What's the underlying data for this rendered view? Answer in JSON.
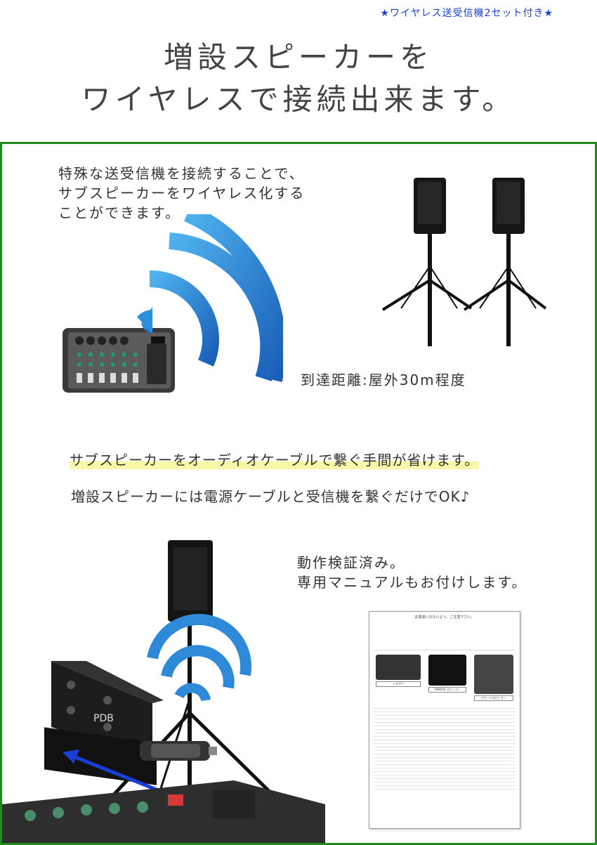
{
  "top_note": "★ワイヤレス送受信機2セット付き★",
  "headline": {
    "line1": "増設スピーカーを",
    "line2": "ワイヤレスで接続出来ます。"
  },
  "intro": {
    "line1": "特殊な送受信機を接続することで、",
    "line2": "サブスピーカーをワイヤレス化する",
    "line3": "ことができます。"
  },
  "range": "到達距離:屋外30m程度",
  "benefit1": "サブスピーカーをオーディオケーブルで繋ぐ手間が省けます。",
  "benefit2": "増設スピーカーには電源ケーブルと受信機を繋ぐだけでOK♪",
  "verified": {
    "line1": "動作検証済み。",
    "line2": "専用マニュアルもお付けします。"
  },
  "manual": {
    "title": "お間違いのないよう、ご注意下さい。",
    "device_mixer": "ミキサー",
    "device_speaker": "YAMAHA スピーカー",
    "device_sub": "パワードスピーカー"
  },
  "colors": {
    "frame": "#1f8a1f",
    "note": "#1a3fd6",
    "wave_dark": "#1f6fc4",
    "wave_light": "#3aa0e6",
    "highlight": "#fbf7a8"
  }
}
